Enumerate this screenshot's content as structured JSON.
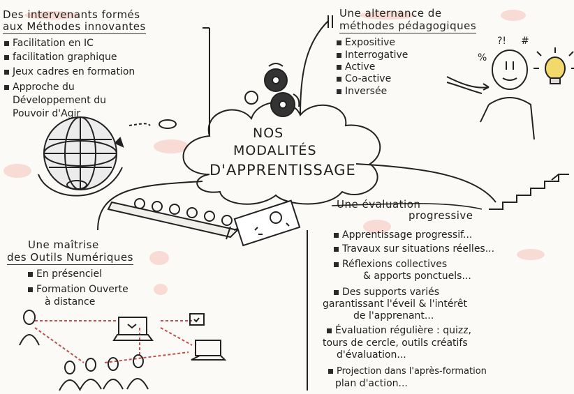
{
  "center": {
    "line1": "NOS",
    "line2": "MODALITÉS",
    "line3": "D'APPRENTISSAGE"
  },
  "intervenants": {
    "title1": "Des intervenants formés",
    "title2": "aux Méthodes innovantes",
    "items": [
      "Facilitation en IC",
      "facilitation graphique",
      "Jeux cadres en formation",
      "Approche du",
      "Développement du",
      "Pouvoir d'Agir"
    ]
  },
  "alternance": {
    "title1": "Une alternance de",
    "title2": "méthodes pédagogiques",
    "items": [
      "Expositive",
      "Interrogative",
      "Active",
      "Co-active",
      "Inversée"
    ],
    "marks": [
      "?!",
      "#",
      "%"
    ]
  },
  "numerique": {
    "title1": "Une maîtrise",
    "title2": "des Outils Numériques",
    "items": [
      "En présenciel",
      "Formation Ouverte",
      "à distance"
    ]
  },
  "evaluation": {
    "title1": "Une évaluation",
    "title2": "progressive",
    "items": [
      "Apprentissage progressif...",
      "Travaux sur situations réelles...",
      "Réflexions collectives",
      "& apports ponctuels...",
      "Des supports variés",
      "garantissant l'éveil & l'intérêt",
      "de l'apprenant...",
      "Évaluation régulière : quizz,",
      "tours de cercle, outils créatifs",
      "d'évaluation...",
      "Projection dans l'après-formation",
      "plan d'action..."
    ]
  },
  "colors": {
    "ink": "#1f1f1f",
    "accent_pink": "#f3c9c0",
    "bulb_yellow": "#f2d96b"
  },
  "icons": [
    "gears-icon",
    "globe-icon",
    "person-thinking-icon",
    "lightbulb-icon",
    "train-arrow-icon",
    "network-laptops-icon",
    "staircase-icon"
  ]
}
